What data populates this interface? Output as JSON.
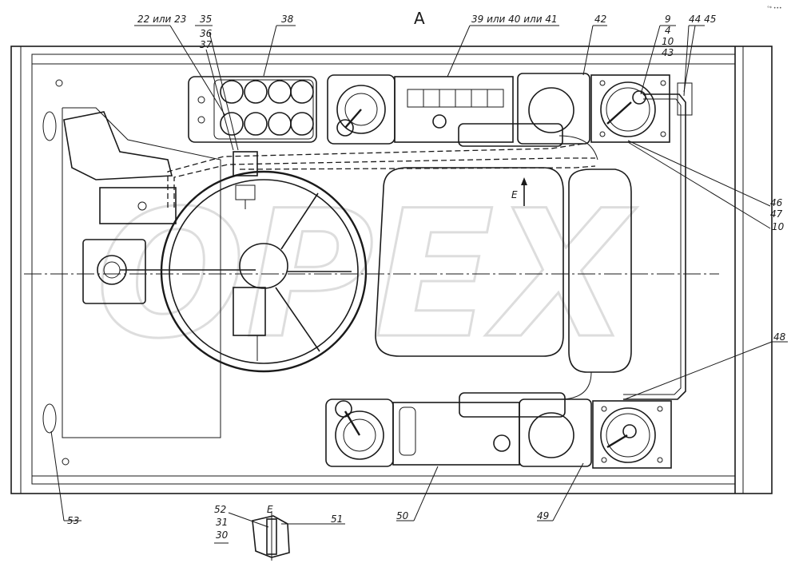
{
  "view_label": "A",
  "detail_label": "E",
  "arrow_label": "E",
  "watermark": "OPEX",
  "corner_note": "°* •••",
  "callouts": {
    "c_22_23": "22 или 23",
    "c_35": "35",
    "c_36": "36",
    "c_37": "37",
    "c_38": "38",
    "c_39_41": "39 или 40 или 41",
    "c_42": "42",
    "c_9": "9",
    "c_4": "4",
    "c_10a": "10",
    "c_43": "43",
    "c_44_45": "44 45",
    "c_46": "46",
    "c_47": "47",
    "c_10b": "10",
    "c_48": "48",
    "c_49": "49",
    "c_50": "50",
    "c_51": "51",
    "c_52": "52",
    "c_31": "31",
    "c_30": "30",
    "c_53": "53"
  }
}
